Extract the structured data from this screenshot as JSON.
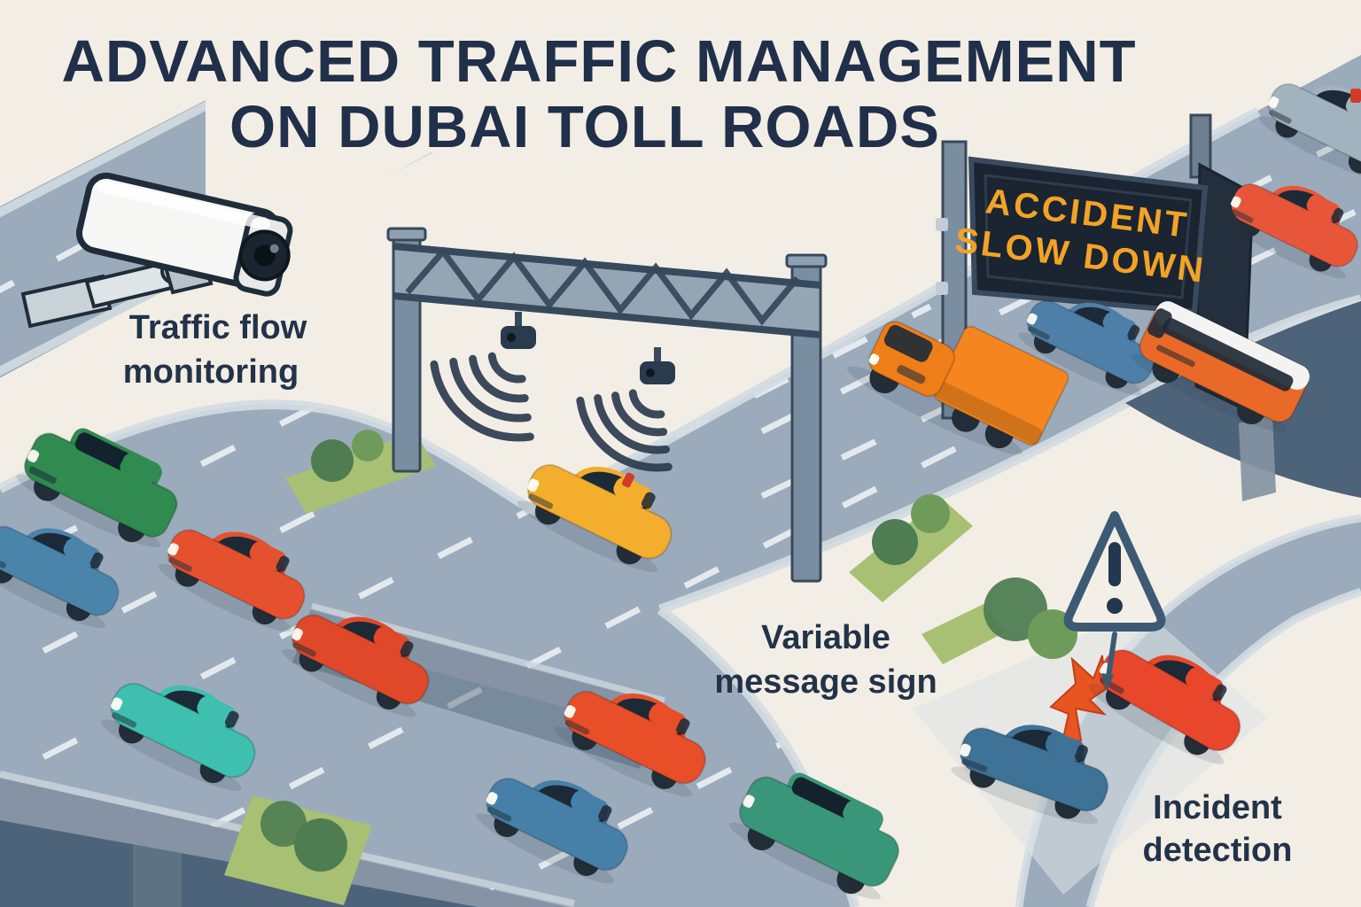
{
  "title": {
    "line1": "ADVANCED TRAFFIC MANAGEMENT",
    "line2": "ON DUBAI TOLL ROADS"
  },
  "captions": {
    "traffic_flow": {
      "line1": "Traffic flow",
      "line2": "monitoring"
    },
    "vms": {
      "line1": "Variable",
      "line2": "message sign"
    },
    "incident": {
      "line1": "Incident",
      "line2": "detection"
    }
  },
  "vms_board": {
    "line1": "ACCIDENT",
    "line2": "SLOW DOWN"
  },
  "colors": {
    "background": "#f3eee5",
    "title_text": "#20304a",
    "label_text": "#223349",
    "road": "#9babbb",
    "road_edge": "#d3dce2",
    "road_dark": "#4d6379",
    "overpass_face": "#8593a4",
    "grass": "#a8c073",
    "tree": "#4e7d52",
    "steel": "#7b8da0",
    "steel_dark": "#37495d",
    "sign_panel": "#1b2431",
    "sign_frame": "#3a4a5e",
    "sign_text": "#f2a327",
    "warning": "#3c5a74",
    "flash": "#e85520",
    "camera_body": "#f6f7f4",
    "outline": "#1f2c3a"
  },
  "vehicles": [
    {
      "name": "green-suv",
      "type": "suv",
      "color": "#2f8b4f"
    },
    {
      "name": "blue-sedan-left",
      "type": "sedan",
      "color": "#4a84ab"
    },
    {
      "name": "red-sedan-left",
      "type": "sedan",
      "color": "#e5512e"
    },
    {
      "name": "red-sedan-left-2",
      "type": "sedan",
      "color": "#e0482a"
    },
    {
      "name": "teal-sedan",
      "type": "sedan",
      "color": "#3fbfb0"
    },
    {
      "name": "yellow-car",
      "type": "sedan",
      "color": "#f3ae2d"
    },
    {
      "name": "red-sedan-bottom",
      "type": "sedan",
      "color": "#e84e28"
    },
    {
      "name": "blue-sedan-bottom",
      "type": "sedan",
      "color": "#4680a8"
    },
    {
      "name": "green-van",
      "type": "van",
      "color": "#3a9678"
    },
    {
      "name": "orange-truck",
      "type": "truck",
      "color": "#f5861f"
    },
    {
      "name": "blue-sedan-upper",
      "type": "sedan",
      "color": "#4d7fa8"
    },
    {
      "name": "orange-bus",
      "type": "bus",
      "color": "#e96a28"
    },
    {
      "name": "red-sedan-upper",
      "type": "sedan",
      "color": "#e8563a"
    },
    {
      "name": "gray-car-corner",
      "type": "sedan",
      "color": "#a2b3c0"
    },
    {
      "name": "blue-car-crash",
      "type": "sedan",
      "color": "#3e7296"
    },
    {
      "name": "red-car-crash",
      "type": "sedan",
      "color": "#e8472b"
    }
  ]
}
